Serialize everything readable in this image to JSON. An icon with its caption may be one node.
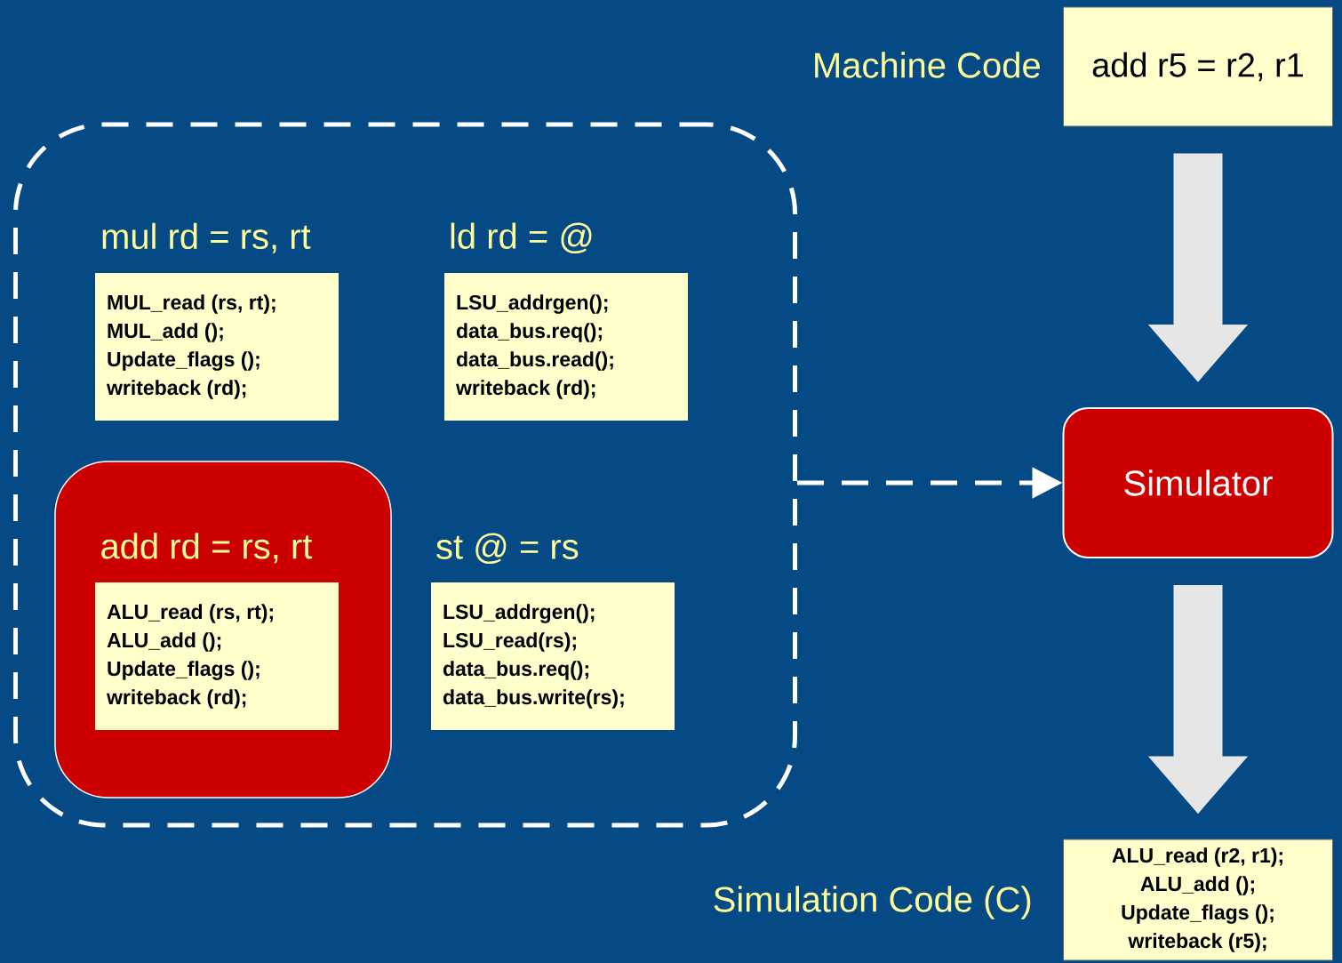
{
  "diagram": {
    "nodes": [
      {
        "text": [],
        "shape": "box"
      },
      {
        "text": [
          "mul rd = rs, rt",
          "MUL_read (rs, rt); MUL_add (); Update_flags (); writeback (rd);"
        ],
        "in": 0
      },
      {
        "text": [
          "ld rd = @",
          "LSU_addrgen(); data_bus.req(); data_bus.read(); writeback (rd);"
        ],
        "in": 0
      },
      {
        "text": [
          "add rd = rs, rt"
        ],
        "in": 0
      },
      {
        "text": [
          "ALU_read (rs, rt); ALU_add (); Update_flags (); writeback (rd);"
        ],
        "in": 3
      },
      {
        "text": [
          "st @ = rs",
          "LSU_addrgen(); LSU_read(rs); data_bus.req(); data_bus.write(rs);"
        ],
        "in": 0
      },
      {
        "text": [
          "add r5 = r2, r1"
        ],
        "beside": [
          "Machine Code"
        ]
      },
      {
        "text": [
          "Simulator"
        ]
      },
      {
        "text": [
          "ALU_read (r2, r1); ALU_add (); Update_flags (); writeback (r5);"
        ],
        "beside": [
          "Simulation Code (C)"
        ]
      }
    ],
    "edges": [
      {
        "from": 6,
        "to": 7,
        "arrow": "to"
      },
      {
        "from": 0,
        "to": 7,
        "arrow": "to",
        "style": "dashed"
      },
      {
        "from": 7,
        "to": 8,
        "arrow": "to"
      }
    ]
  }
}
